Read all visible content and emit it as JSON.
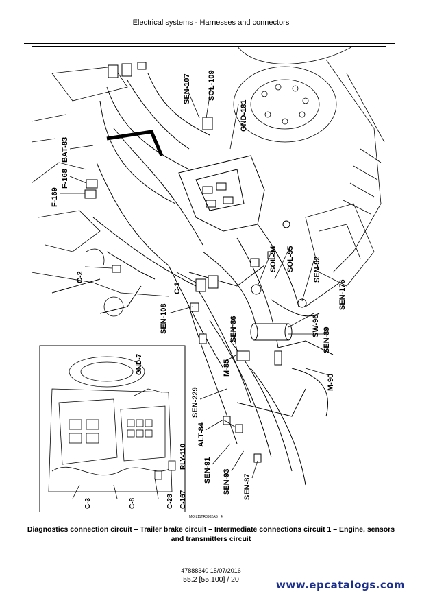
{
  "header": {
    "title": "Electrical systems - Harnesses and connectors"
  },
  "figure": {
    "code": "MOIL11TR0982AB",
    "number": "4",
    "labels": {
      "bat83": "BAT-83",
      "f168": "F-168",
      "f169": "F-169",
      "c2": "C-2",
      "sen107": "SEN-107",
      "sol109": "SOL-109",
      "gnd181": "GND-181",
      "sol94": "SOL-94",
      "sol95": "SOL-95",
      "sen92": "SEN-92",
      "sen176": "SEN-176",
      "c1": "C-1",
      "sen108": "SEN-108",
      "sen86": "SEN-86",
      "sw96": "SW-96",
      "sen89": "SEN-89",
      "m85": "M-85",
      "m90": "M-90",
      "sen229": "SEN-229",
      "alt84": "ALT-84",
      "sen91": "SEN-91",
      "sen93": "SEN-93",
      "sen87": "SEN-87",
      "gnd7": "GND-7",
      "rly110": "RLY-110",
      "c3": "C-3",
      "c8": "C-8",
      "c28": "C-28",
      "c167": "C-167"
    }
  },
  "caption": "Diagnostics connection circuit – Trailer brake circuit – Intermediate connections circuit 1 – Engine, sensors and transmitters circuit",
  "footer": {
    "doc_id": "47888340 15/07/2016",
    "page_ref": "55.2 [55.100] / 20"
  },
  "watermark": "www.epcatalogs.com",
  "colors": {
    "text": "#000000",
    "watermark": "#1c2f8c",
    "background": "#ffffff"
  }
}
